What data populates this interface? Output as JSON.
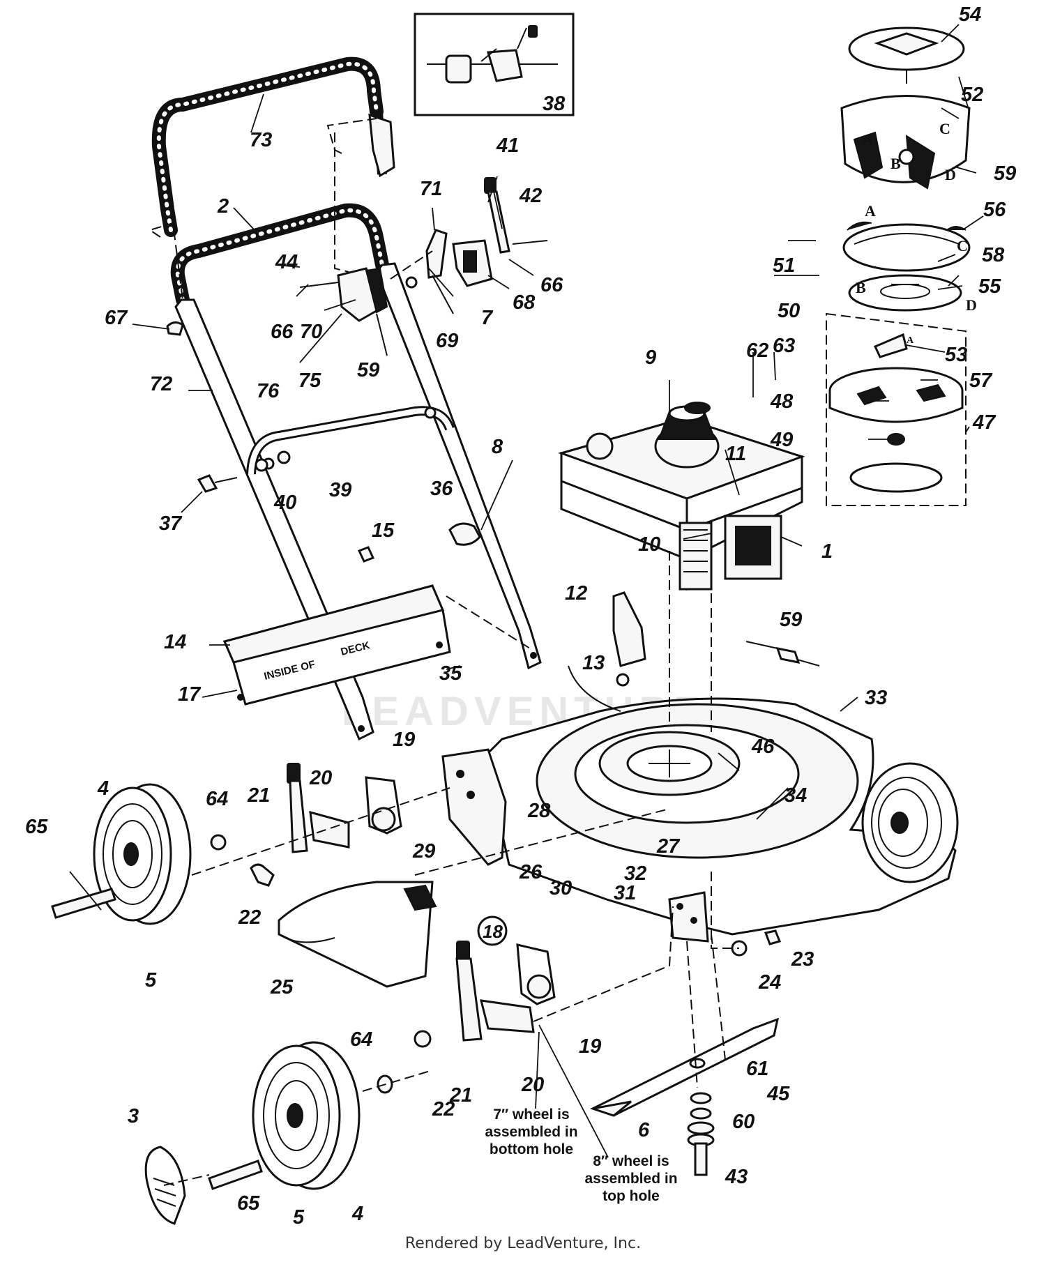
{
  "detail_box_label": "38",
  "deck_text": {
    "line1": "INSIDE OF",
    "line2": "DECK"
  },
  "circled_label": "18",
  "notes": {
    "seven_inch": [
      "7″ wheel is",
      "assembled in",
      "bottom hole"
    ],
    "eight_inch": [
      "8″ wheel is",
      "assembled in",
      "top hole"
    ]
  },
  "letters": {
    "a": "A",
    "b": "B",
    "c": "C",
    "d": "D"
  },
  "watermark": "LEADVENTURE",
  "footer": "Rendered by LeadVenture, Inc.",
  "part_numbers": {
    "p1": "1",
    "p2": "2",
    "p3": "3",
    "p4": "4",
    "p5": "5",
    "p6": "6",
    "p7": "7",
    "p8": "8",
    "p9": "9",
    "p10": "10",
    "p11": "11",
    "p12": "12",
    "p13": "13",
    "p14": "14",
    "p15": "15",
    "p17": "17",
    "p19": "19",
    "p20": "20",
    "p21": "21",
    "p22": "22",
    "p23": "23",
    "p24": "24",
    "p25": "25",
    "p26": "26",
    "p27": "27",
    "p28": "28",
    "p29": "29",
    "p30": "30",
    "p31": "31",
    "p32": "32",
    "p33": "33",
    "p34": "34",
    "p35": "35",
    "p36": "36",
    "p37": "37",
    "p39": "39",
    "p40": "40",
    "p41": "41",
    "p42": "42",
    "p43": "43",
    "p44": "44",
    "p45": "45",
    "p46": "46",
    "p47": "47",
    "p48": "48",
    "p49": "49",
    "p50": "50",
    "p51": "51",
    "p52": "52",
    "p53": "53",
    "p54": "54",
    "p55": "55",
    "p56": "56",
    "p57": "57",
    "p58": "58",
    "p59": "59",
    "p60": "60",
    "p61": "61",
    "p62": "62",
    "p63": "63",
    "p64": "64",
    "p65": "65",
    "p66": "66",
    "p67": "67",
    "p68": "68",
    "p69": "69",
    "p70": "70",
    "p71": "71",
    "p72": "72",
    "p73": "73",
    "p75": "75",
    "p76": "76"
  }
}
